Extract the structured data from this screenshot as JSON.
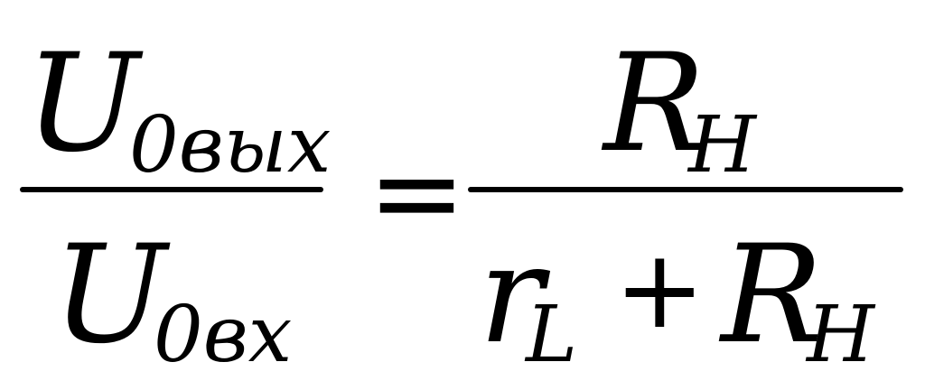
{
  "formula": {
    "left_fraction": {
      "numerator": {
        "main": "U",
        "sub": "0вых"
      },
      "denominator": {
        "main": "U",
        "sub": "0вх"
      }
    },
    "equals": "=",
    "right_fraction": {
      "numerator": {
        "main": "R",
        "sub": "Н"
      },
      "denominator": {
        "term1": {
          "main": "r",
          "sub": "L"
        },
        "plus": "+",
        "term2": {
          "main": "R",
          "sub": "Н"
        }
      }
    }
  }
}
